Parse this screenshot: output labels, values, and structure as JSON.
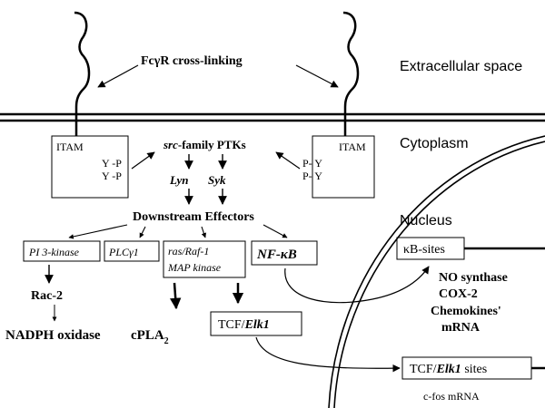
{
  "regions": {
    "extracellular": "Extracellular space",
    "cytoplasm": "Cytoplasm",
    "nucleus": "Nucleus"
  },
  "labels": {
    "crosslinking": "FcγR cross-linking",
    "itam_left": "ITAM",
    "itam_right": "ITAM",
    "yp_left_1": "Y -P",
    "yp_left_2": "Y -P",
    "py_right_1": "P- Y",
    "py_right_2": "P- Y",
    "src_italic": "src",
    "src_rest": "-family PTKs",
    "lyn": "Lyn",
    "syk": "Syk",
    "downstream": "Downstream Effectors",
    "pi3k": "PI 3-kinase",
    "plc": "PLCγ1",
    "ras_line1": "ras/Raf-1",
    "ras_line2": "MAP kinase",
    "nfkb": "NF-κB",
    "rac2": "Rac-2",
    "nadph": "NADPH oxidase",
    "cpla_main": "cPLA",
    "cpla_sub": "2",
    "tcf_prefix": "TCF/",
    "tcf_italic": "Elk1",
    "kb_sites": "κB-sites",
    "no_synthase": "NO synthase",
    "cox2": "COX-2",
    "chemokines": "Chemokines'",
    "mrna": "mRNA",
    "tcf_sites_prefix": "TCF/",
    "tcf_sites_italic": "Elk1",
    "tcf_sites_rest": " sites",
    "cfos": "c-fos mRNA"
  }
}
